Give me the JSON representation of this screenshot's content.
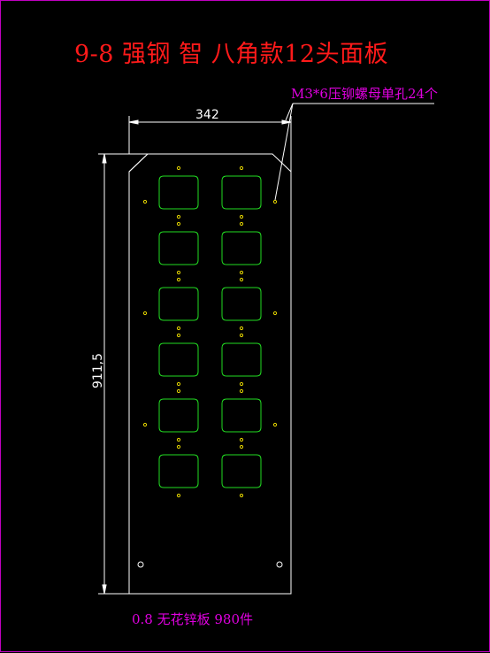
{
  "drawing": {
    "title": "9-8  强钢  智  八角款12头面板",
    "note": "M3*6压铆螺母单孔24个",
    "footer": "0.8  无花锌板  980件",
    "width_dim": "342",
    "height_dim": "911,5"
  },
  "colors": {
    "background": "#000000",
    "frame": "#c000c0",
    "title": "#ff1a1a",
    "annotation": "#e000e0",
    "outline": "#ffffff",
    "cutout": "#22dd22",
    "hole": "#e6d600"
  },
  "panel": {
    "cutout_rows": 6,
    "cutout_cols": 2,
    "cutout_count": 12
  }
}
